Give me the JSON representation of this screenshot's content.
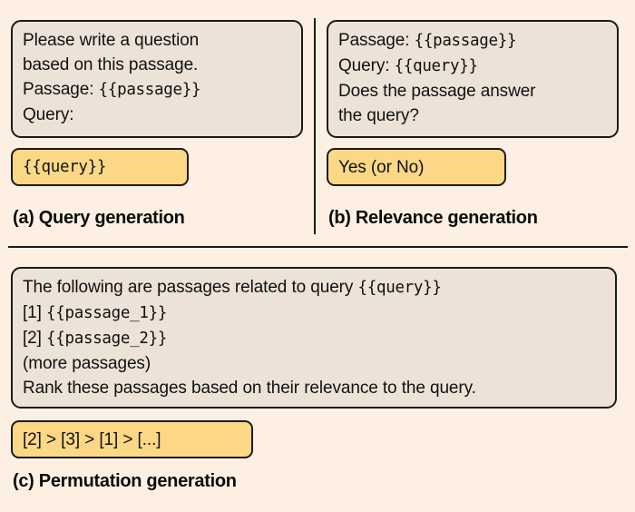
{
  "figure": {
    "background_color": "#fdf0e3",
    "prompt_box_color": "#ece2d8",
    "output_box_color": "#fcd886",
    "border_color": "#1b1b1b"
  },
  "panels": [
    {
      "id": "a",
      "caption": "(a) Query generation",
      "prompt_lines": [
        [
          {
            "t": "Please write a question",
            "mono": false
          }
        ],
        [
          {
            "t": "based on this passage.",
            "mono": false
          }
        ],
        [
          {
            "t": "Passage: ",
            "mono": false
          },
          {
            "t": "{{passage}}",
            "mono": true
          }
        ],
        [
          {
            "t": "Query:",
            "mono": false
          }
        ]
      ],
      "output_lines": [
        [
          {
            "t": "{{query}}",
            "mono": true
          }
        ]
      ]
    },
    {
      "id": "b",
      "caption": "(b) Relevance generation",
      "prompt_lines": [
        [
          {
            "t": "Passage: ",
            "mono": false
          },
          {
            "t": "{{passage}}",
            "mono": true
          }
        ],
        [
          {
            "t": "Query: ",
            "mono": false
          },
          {
            "t": "{{query}}",
            "mono": true
          }
        ],
        [
          {
            "t": "Does the passage answer",
            "mono": false
          }
        ],
        [
          {
            "t": "the query?",
            "mono": false
          }
        ]
      ],
      "output_lines": [
        [
          {
            "t": "Yes (or No)",
            "mono": false
          }
        ]
      ]
    },
    {
      "id": "c",
      "caption": "(c) Permutation generation",
      "prompt_lines": [
        [
          {
            "t": "The following are passages related to query ",
            "mono": false
          },
          {
            "t": "{{query}}",
            "mono": true
          }
        ],
        [
          {
            "t": "[1] ",
            "mono": false
          },
          {
            "t": "{{passage_1}}",
            "mono": true
          }
        ],
        [
          {
            "t": "[2] ",
            "mono": false
          },
          {
            "t": "{{passage_2}}",
            "mono": true
          }
        ],
        [
          {
            "t": "(more passages)",
            "mono": false
          }
        ],
        [
          {
            "t": "Rank these passages based on their relevance to the query.",
            "mono": false
          }
        ]
      ],
      "output_lines": [
        [
          {
            "t": "[2] > [3] > [1] > [...]",
            "mono": false
          }
        ]
      ]
    }
  ]
}
